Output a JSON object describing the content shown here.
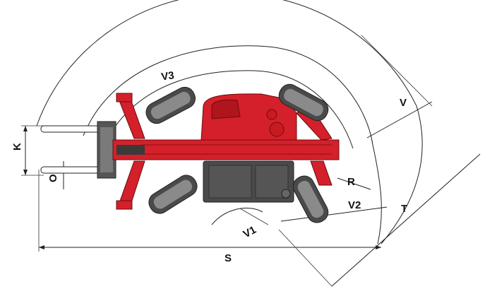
{
  "labels": {
    "V3": "V3",
    "V": "V",
    "K": "K",
    "O": "O",
    "R": "R",
    "V2": "V2",
    "V1": "V1",
    "T": "T",
    "S": "S"
  },
  "colors": {
    "machine_red": "#d4202a",
    "machine_red_dark": "#8c1016",
    "track_grey": "#4a4a4a",
    "track_grey_light": "#9a9a9a",
    "line": "#222222",
    "background": "#ffffff"
  }
}
